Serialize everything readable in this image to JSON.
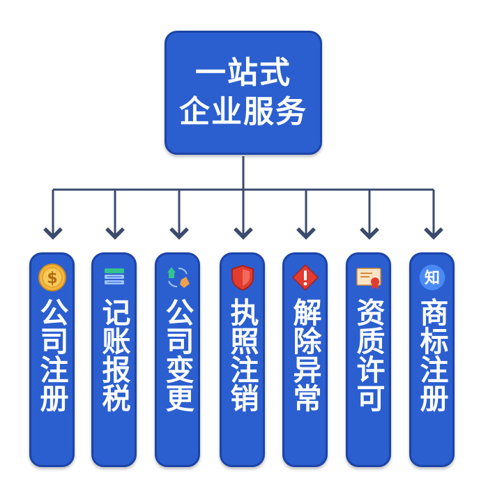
{
  "root": {
    "line1": "一站式",
    "line2": "企业服务"
  },
  "services": [
    {
      "label": "公司注册",
      "icon": "coin-icon"
    },
    {
      "label": "记账报税",
      "icon": "ledger-icon"
    },
    {
      "label": "公司变更",
      "icon": "change-icon"
    },
    {
      "label": "执照注销",
      "icon": "shield-icon"
    },
    {
      "label": "解除异常",
      "icon": "warning-icon"
    },
    {
      "label": "资质许可",
      "icon": "certificate-icon"
    },
    {
      "label": "商标注册",
      "icon": "trademark-icon"
    }
  ],
  "trademark_icon_text": "知",
  "colors": {
    "box": "#2b5fd0",
    "box_border": "#1c44a8",
    "connector": "#3a4a6b",
    "text": "#ffffff"
  }
}
